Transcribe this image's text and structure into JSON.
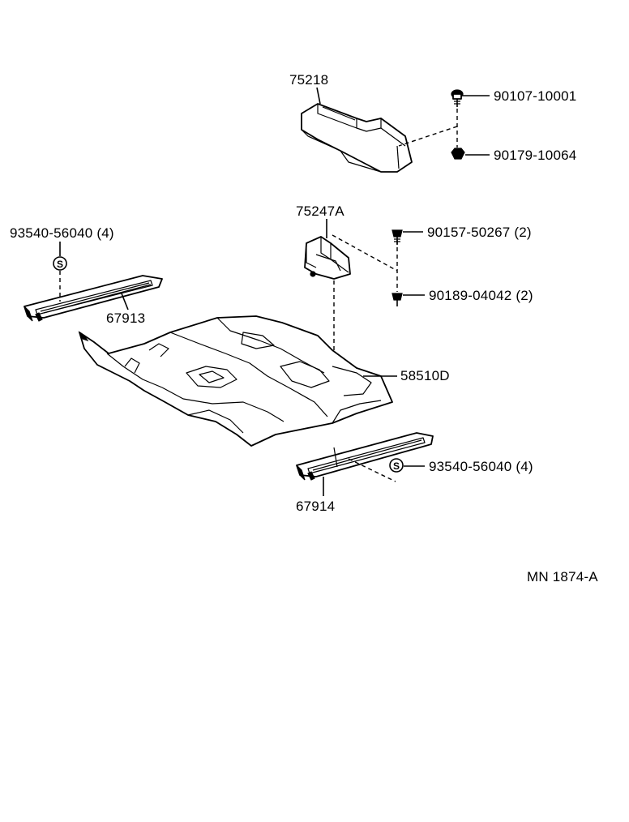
{
  "parts": {
    "p75218": "75218",
    "p90107_10001": "90107-10001",
    "p90179_10064": "90179-10064",
    "p75247A": "75247A",
    "p90157_50267": "90157-50267 (2)",
    "p90189_04042": "90189-04042 (2)",
    "p93540_left": "93540-56040 (4)",
    "p67913": "67913",
    "p58510D": "58510D",
    "p93540_right": "93540-56040 (4)",
    "p67914": "67914"
  },
  "symbols": {
    "s_mark": "S"
  },
  "diagram_code": "MN 1874-A"
}
